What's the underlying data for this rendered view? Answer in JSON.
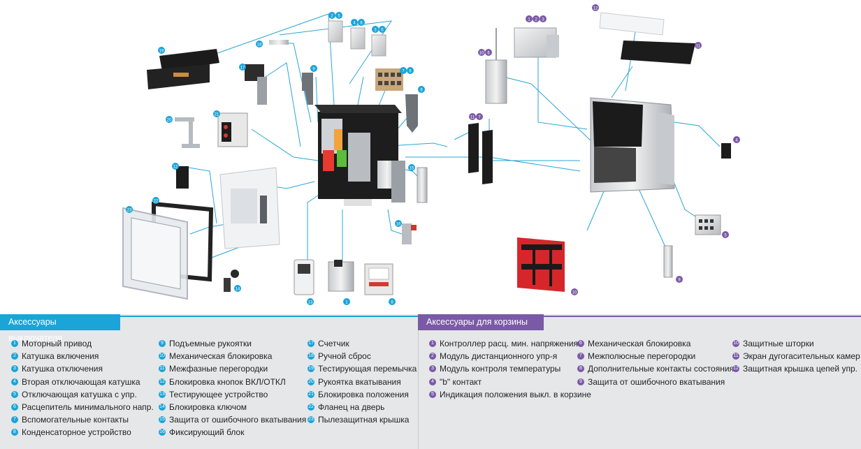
{
  "breaker_section": {
    "title": "Аксессуары выключателя",
    "columns": [
      [
        {
          "n": "1",
          "label": "Моторный привод"
        },
        {
          "n": "2",
          "label": "Катушка включения"
        },
        {
          "n": "3",
          "label": "Катушка отключения"
        },
        {
          "n": "4",
          "label": "Вторая отключающая катушка"
        },
        {
          "n": "5",
          "label": "Отключающая катушка с упр."
        },
        {
          "n": "6",
          "label": "Расцепитель минимального напр."
        },
        {
          "n": "7",
          "label": "Вспомогательные контакты"
        },
        {
          "n": "8",
          "label": "Конденсаторное устройство"
        }
      ],
      [
        {
          "n": "9",
          "label": "Подъемные рукоятки"
        },
        {
          "n": "10",
          "label": "Механическая блокировка"
        },
        {
          "n": "11",
          "label": "Межфазные перегородки"
        },
        {
          "n": "12",
          "label": "Блокировка кнопок ВКЛ/ОТКЛ"
        },
        {
          "n": "13",
          "label": "Тестирующее устройство"
        },
        {
          "n": "14",
          "label": "Блокировка ключом"
        },
        {
          "n": "15",
          "label": "Защита от ошибочного вкатывания"
        },
        {
          "n": "16",
          "label": "Фиксирующий блок"
        }
      ],
      [
        {
          "n": "17",
          "label": "Счетчик"
        },
        {
          "n": "18",
          "label": "Ручной сброс"
        },
        {
          "n": "19",
          "label": "Тестирующая перемычка"
        },
        {
          "n": "20",
          "label": "Рукоятка вкатывания"
        },
        {
          "n": "21",
          "label": "Блокировка положения"
        },
        {
          "n": "22",
          "label": "Фланец на дверь"
        },
        {
          "n": "23",
          "label": "Пылезащитная крышка"
        }
      ]
    ]
  },
  "cradle_section": {
    "title": "Аксессуары для корзины",
    "columns": [
      [
        {
          "n": "1",
          "label": "Контроллер расц. мин. напряжения"
        },
        {
          "n": "2",
          "label": "Модуль дистанционного упр-я"
        },
        {
          "n": "3",
          "label": "Модуль контроля температуры"
        },
        {
          "n": "4",
          "label": "\"b\" контакт"
        },
        {
          "n": "5",
          "label": "Индикация положения выкл. в корзине"
        }
      ],
      [
        {
          "n": "6",
          "label": "Механическая блокировка"
        },
        {
          "n": "7",
          "label": "Межполюсные перегородки"
        },
        {
          "n": "8",
          "label": "Дополнительные контакты состояния"
        },
        {
          "n": "9",
          "label": "Защита от ошибочного вкатывания"
        }
      ],
      [
        {
          "n": "10",
          "label": "Защитные шторки"
        },
        {
          "n": "11",
          "label": "Экран дугогасительных камер"
        },
        {
          "n": "12",
          "label": "Защитная крышка цепей упр."
        }
      ]
    ]
  },
  "diagram_callouts": {
    "breaker": [
      "2",
      "5",
      "4",
      "6",
      "3",
      "5",
      "19",
      "18",
      "17",
      "9",
      "7",
      "8",
      "9",
      "20",
      "21",
      "12",
      "22",
      "23",
      "15",
      "16",
      "14",
      "13",
      "1",
      "8"
    ],
    "cradle": [
      "1",
      "2",
      "3",
      "12",
      "11",
      "10",
      "6",
      "11",
      "7",
      "4",
      "5",
      "9",
      "10"
    ]
  },
  "colors": {
    "breaker_accent": "#1aa4d8",
    "cradle_accent": "#7a5aa6",
    "legend_bg": "#e6e7e9"
  }
}
